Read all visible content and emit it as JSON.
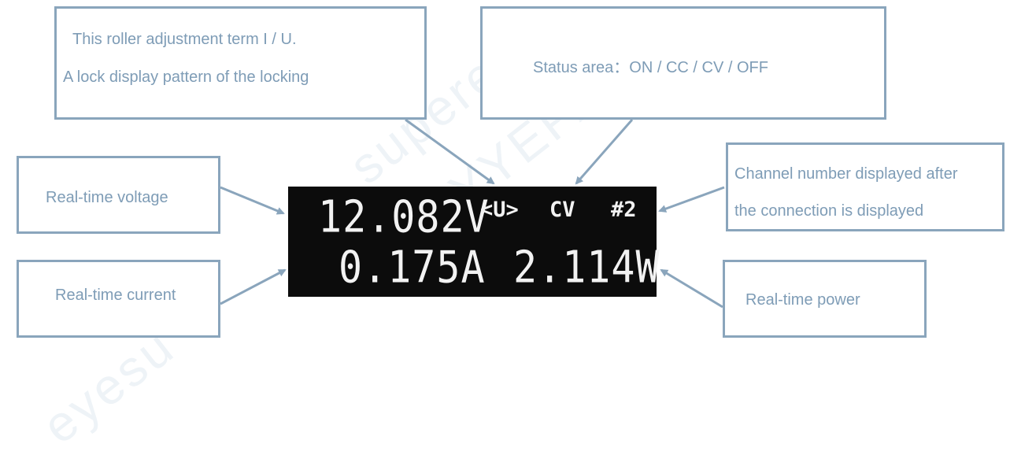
{
  "callouts": {
    "roller": {
      "line1": "This roller adjustment term I / U.",
      "line2": "A lock display pattern of the locking"
    },
    "status": "Status area：ON / CC / CV / OFF",
    "channel": {
      "line1": "Channel number displayed after",
      "line2": "the connection is displayed"
    },
    "voltage": "Real-time voltage",
    "current": "Real-time current",
    "power": "Real-time power"
  },
  "display": {
    "voltage": "12.082V",
    "mode": "<U>",
    "status": "CV",
    "channel": "#2",
    "current": "0.175A",
    "power": "2.114W"
  },
  "colors": {
    "callout_border": "#8aa5bc",
    "callout_text": "#7e9cb6",
    "display_background": "#0c0c0c",
    "display_text": "#f2f2f2"
  }
}
